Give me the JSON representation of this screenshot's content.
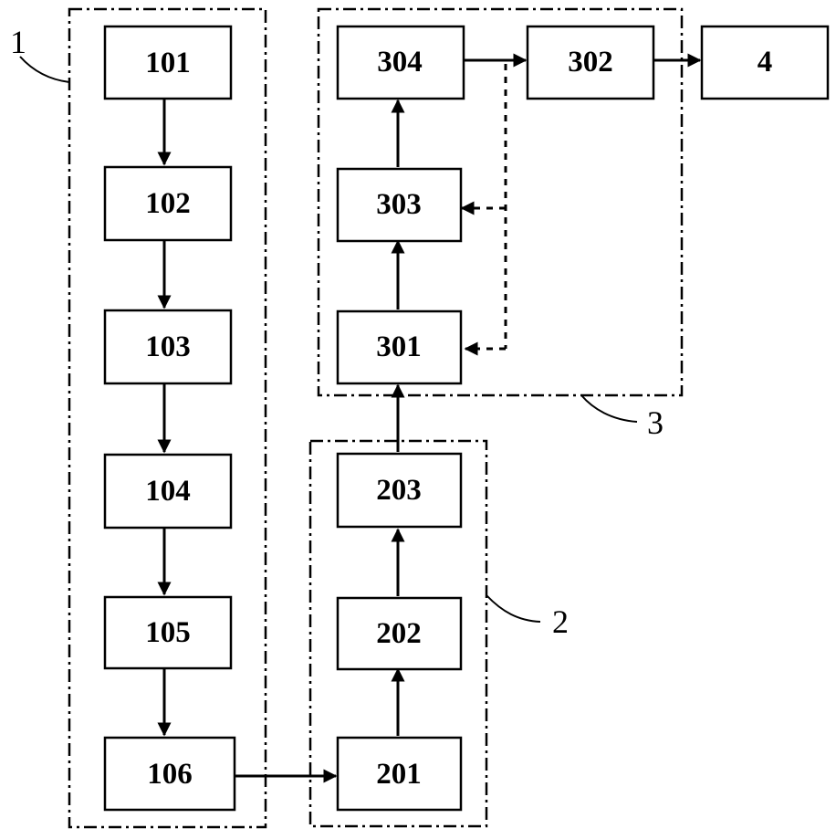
{
  "groups": {
    "group1": {
      "label": "1"
    },
    "group2": {
      "label": "2"
    },
    "group3": {
      "label": "3"
    }
  },
  "boxes": {
    "b101": "101",
    "b102": "102",
    "b103": "103",
    "b104": "104",
    "b105": "105",
    "b106": "106",
    "b201": "201",
    "b202": "202",
    "b203": "203",
    "b301": "301",
    "b302": "302",
    "b303": "303",
    "b304": "304",
    "b4": "4"
  },
  "connections": [
    {
      "from": "101",
      "to": "102",
      "style": "solid"
    },
    {
      "from": "102",
      "to": "103",
      "style": "solid"
    },
    {
      "from": "103",
      "to": "104",
      "style": "solid"
    },
    {
      "from": "104",
      "to": "105",
      "style": "solid"
    },
    {
      "from": "105",
      "to": "106",
      "style": "solid"
    },
    {
      "from": "106",
      "to": "201",
      "style": "solid"
    },
    {
      "from": "201",
      "to": "202",
      "style": "solid"
    },
    {
      "from": "202",
      "to": "203",
      "style": "solid"
    },
    {
      "from": "203",
      "to": "301",
      "style": "solid"
    },
    {
      "from": "301",
      "to": "303",
      "style": "solid"
    },
    {
      "from": "303",
      "to": "304",
      "style": "solid"
    },
    {
      "from": "304",
      "to": "302",
      "style": "solid"
    },
    {
      "from": "302",
      "to": "4",
      "style": "solid"
    },
    {
      "from": "304",
      "to": "303",
      "style": "dashed"
    },
    {
      "from": "304",
      "to": "301",
      "style": "dashed"
    }
  ]
}
